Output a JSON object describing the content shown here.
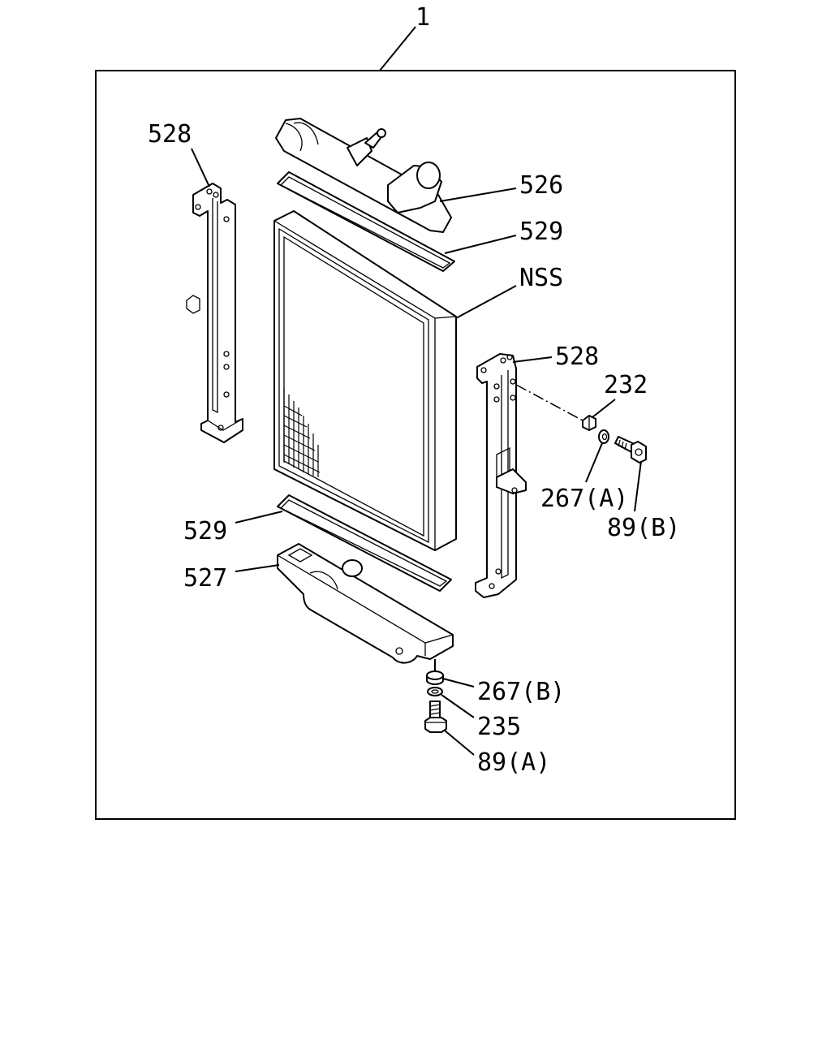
{
  "diagram": {
    "assembly_label": "1",
    "labels": {
      "bracket_left": "528",
      "upper_tank": "526",
      "seal_upper": "529",
      "core": "NSS",
      "bracket_right": "528",
      "nut": "232",
      "washer_a": "267(A)",
      "bolt_b": "89(B)",
      "seal_lower": "529",
      "lower_tank": "527",
      "washer_b": "267(B)",
      "washer_235": "235",
      "bolt_a": "89(A)"
    }
  }
}
